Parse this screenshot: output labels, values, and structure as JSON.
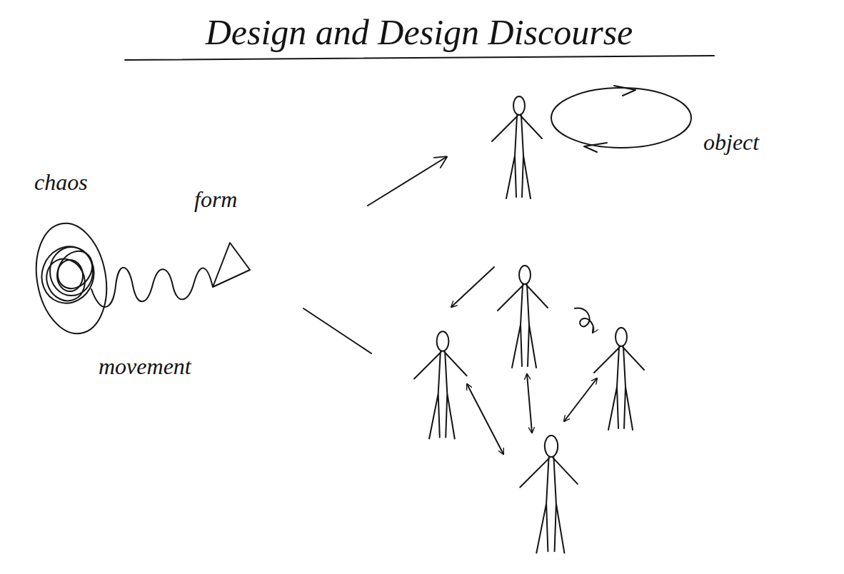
{
  "diagram": {
    "title": "Design and Design Discourse",
    "labels": [
      "chaos",
      "form",
      "movement",
      "object"
    ]
  }
}
